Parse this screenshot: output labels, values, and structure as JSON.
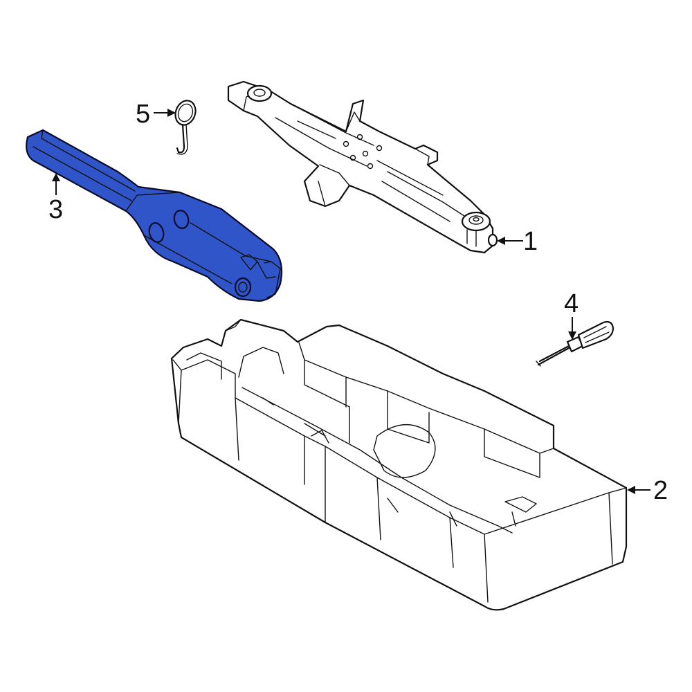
{
  "diagram": {
    "type": "exploded parts diagram",
    "highlight_color": "#2f55c8",
    "line_color": "#111111",
    "background": "#ffffff"
  },
  "parts": [
    {
      "callout": "1",
      "part": "scissor-jack",
      "highlighted": false
    },
    {
      "callout": "2",
      "part": "spare-tire-tool-tray",
      "highlighted": false
    },
    {
      "callout": "3",
      "part": "jack-handle-wrench",
      "highlighted": true
    },
    {
      "callout": "4",
      "part": "screwdriver",
      "highlighted": false
    },
    {
      "callout": "5",
      "part": "retaining-pin-clip",
      "highlighted": false
    }
  ],
  "labels": {
    "c1": "1",
    "c2": "2",
    "c3": "3",
    "c4": "4",
    "c5": "5"
  }
}
